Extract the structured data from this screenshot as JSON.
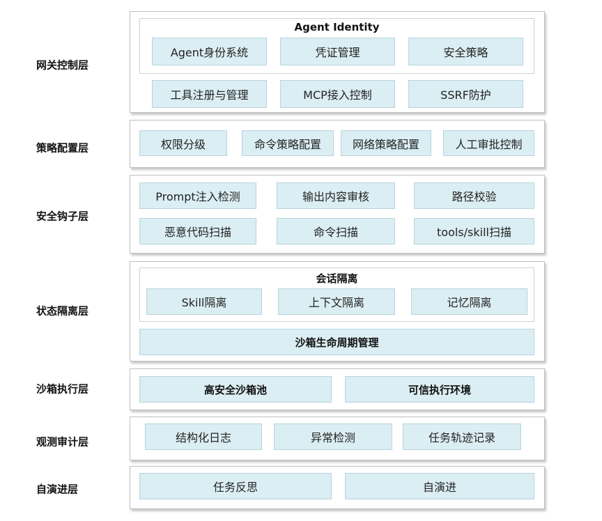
{
  "colors": {
    "box_fill": "#dbeef3",
    "box_border": "#b7d4dd",
    "panel_border": "#bfbfbf"
  },
  "layers": {
    "gateway": {
      "label": "网关控制层",
      "group_title": "Agent Identity",
      "items": [
        "Agent身份系统",
        "凭证管理",
        "安全策略",
        "工具注册与管理",
        "MCP接入控制",
        "SSRF防护"
      ]
    },
    "policy": {
      "label": "策略配置层",
      "items": [
        "权限分级",
        "命令策略配置",
        "网络策略配置",
        "人工审批控制"
      ]
    },
    "hook": {
      "label": "安全钩子层",
      "items": [
        "Prompt注入检测",
        "输出内容审核",
        "路径校验",
        "恶意代码扫描",
        "命令扫描",
        "tools/skill扫描"
      ]
    },
    "isolation": {
      "label": "状态隔离层",
      "group_title": "会话隔离",
      "items": [
        "Skill隔离",
        "上下文隔离",
        "记忆隔离"
      ],
      "bottom_item": "沙箱生命周期管理"
    },
    "sandbox": {
      "label": "沙箱执行层",
      "items": [
        "高安全沙箱池",
        "可信执行环境"
      ]
    },
    "audit": {
      "label": "观测审计层",
      "items": [
        "结构化日志",
        "异常检测",
        "任务轨迹记录"
      ]
    },
    "evolve": {
      "label": "自演进层",
      "items": [
        "任务反思",
        "自演进"
      ]
    }
  }
}
